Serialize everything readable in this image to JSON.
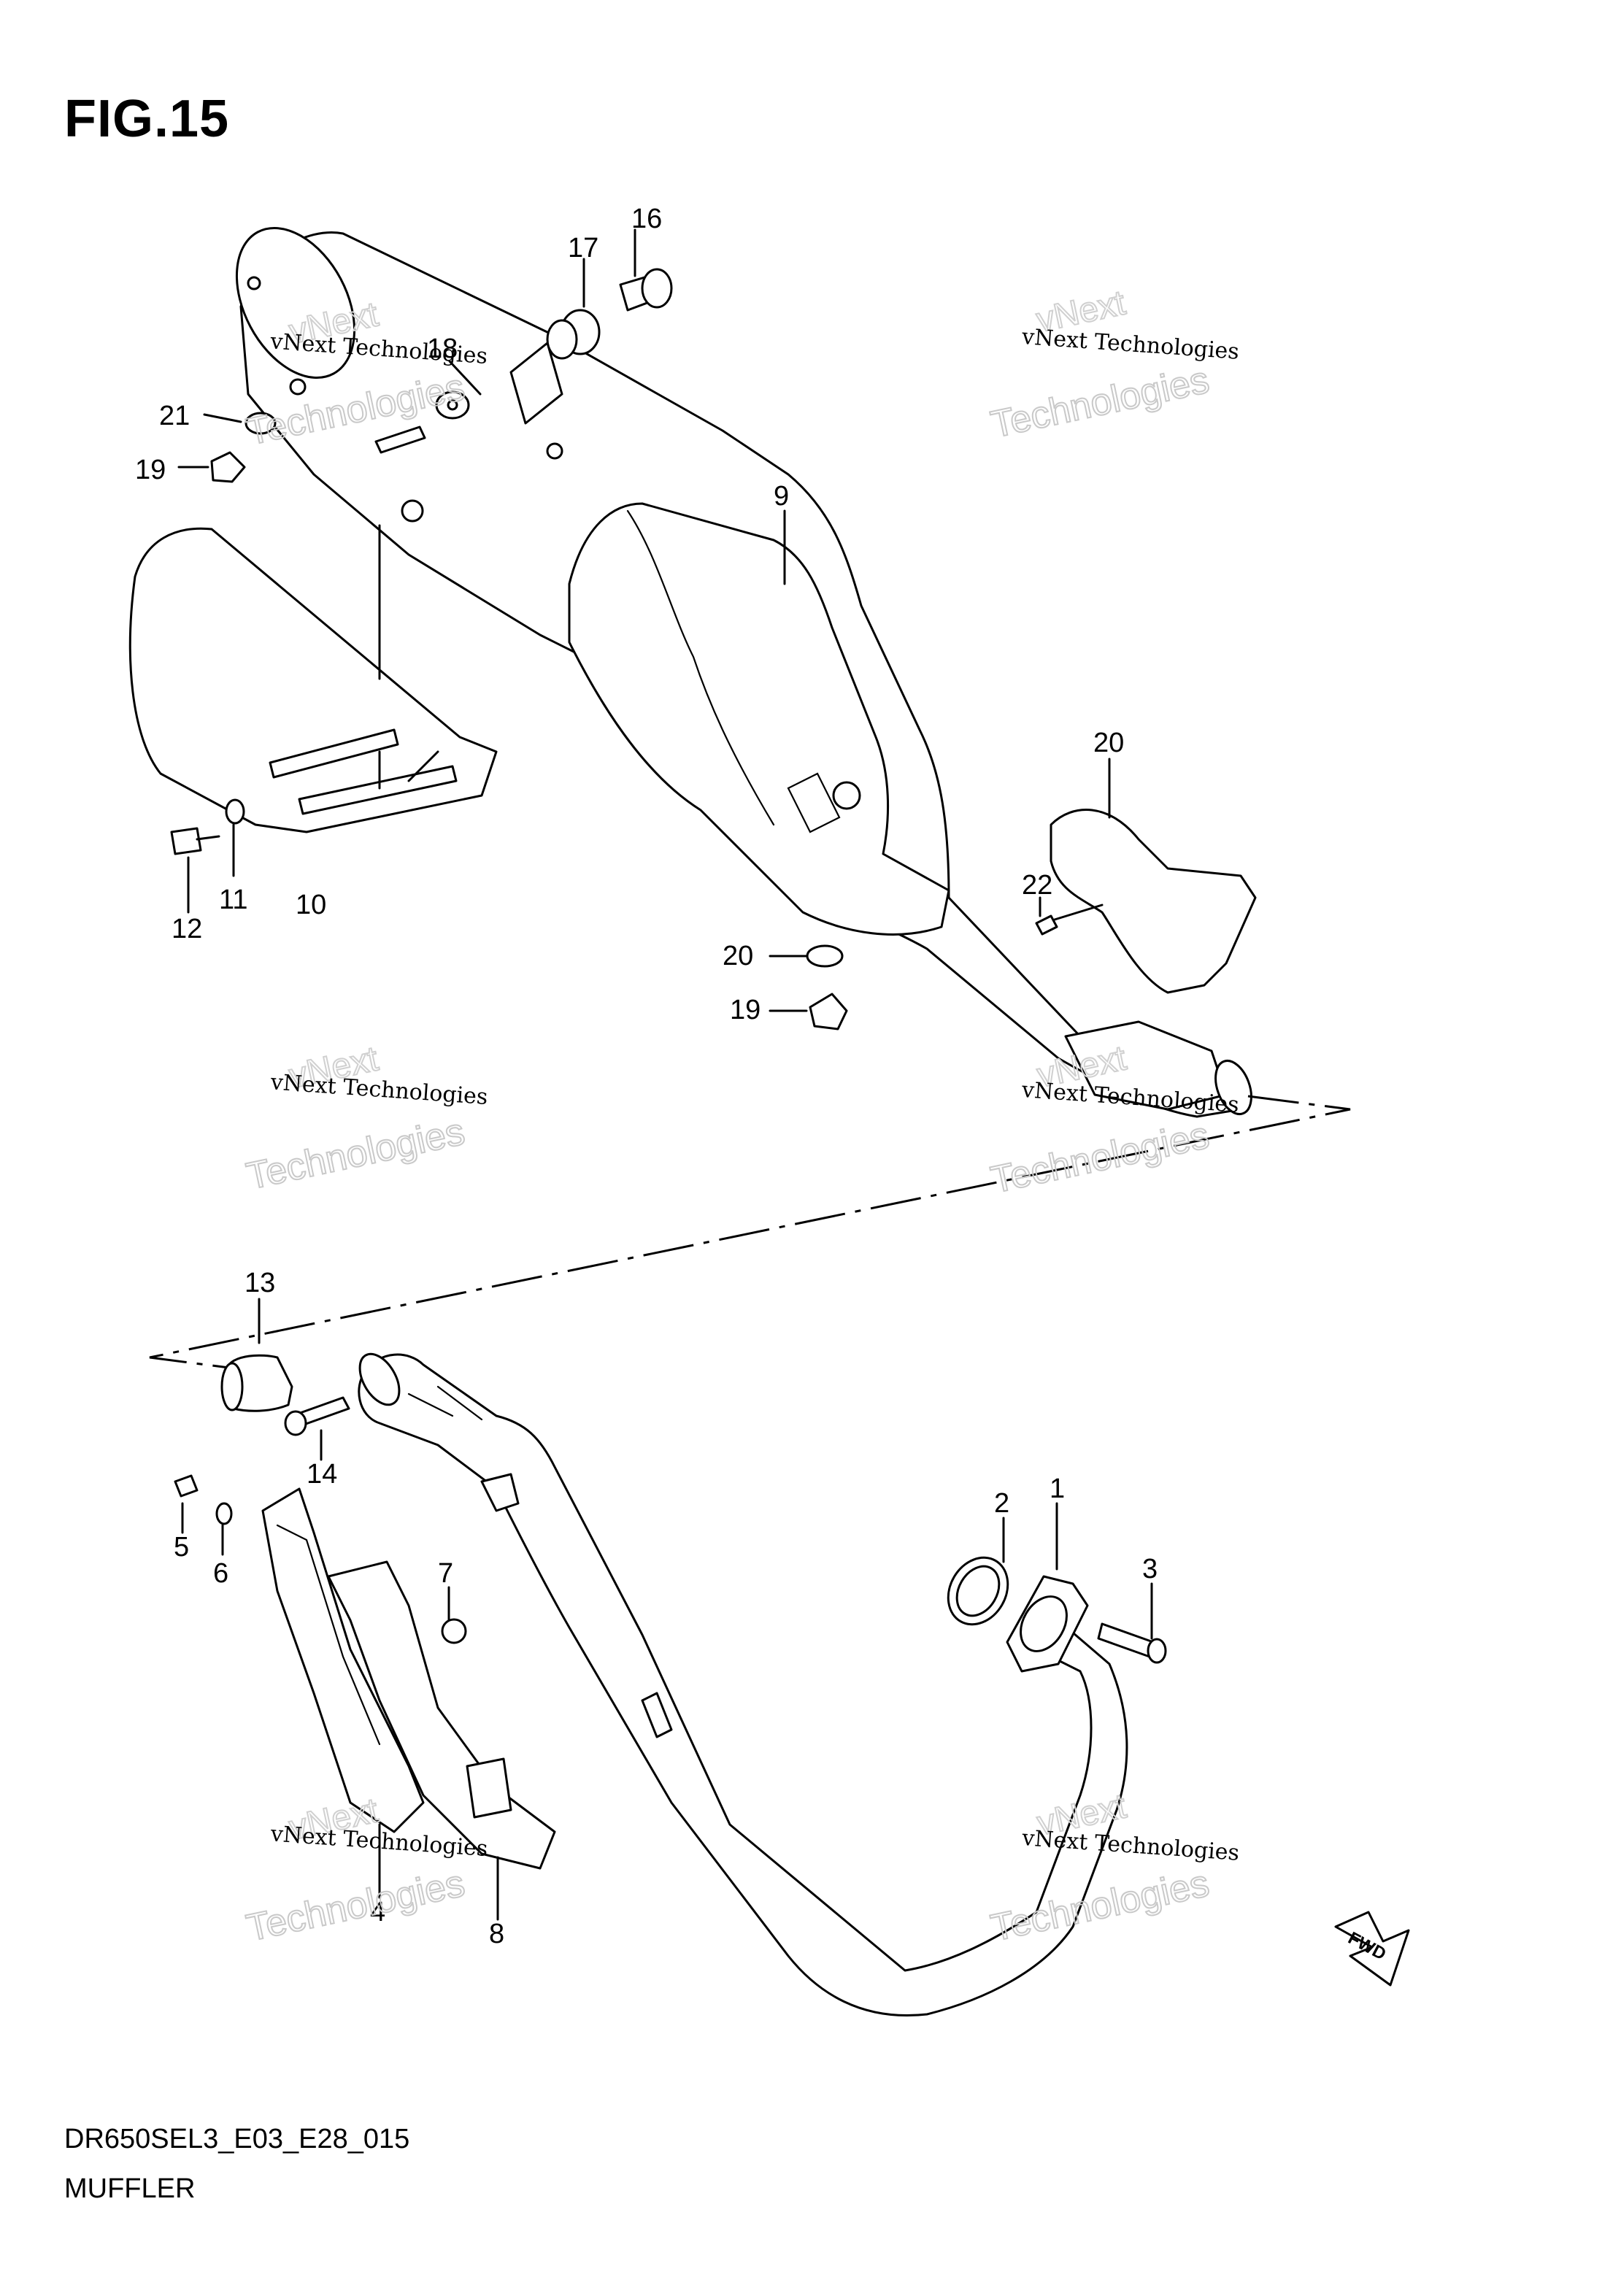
{
  "figure": {
    "title": "FIG.15",
    "code": "DR650SEL3_E03_E28_015",
    "subtitle": "MUFFLER"
  },
  "callouts": [
    "1",
    "2",
    "3",
    "4",
    "5",
    "6",
    "7",
    "8",
    "9",
    "10",
    "11",
    "12",
    "13",
    "14",
    "16",
    "17",
    "18",
    "19",
    "19",
    "20",
    "20",
    "21",
    "22"
  ],
  "watermark": {
    "line1": "vNext Technologies",
    "line2": "Technologies",
    "top": "vNext"
  },
  "fwd_label": "FWD"
}
